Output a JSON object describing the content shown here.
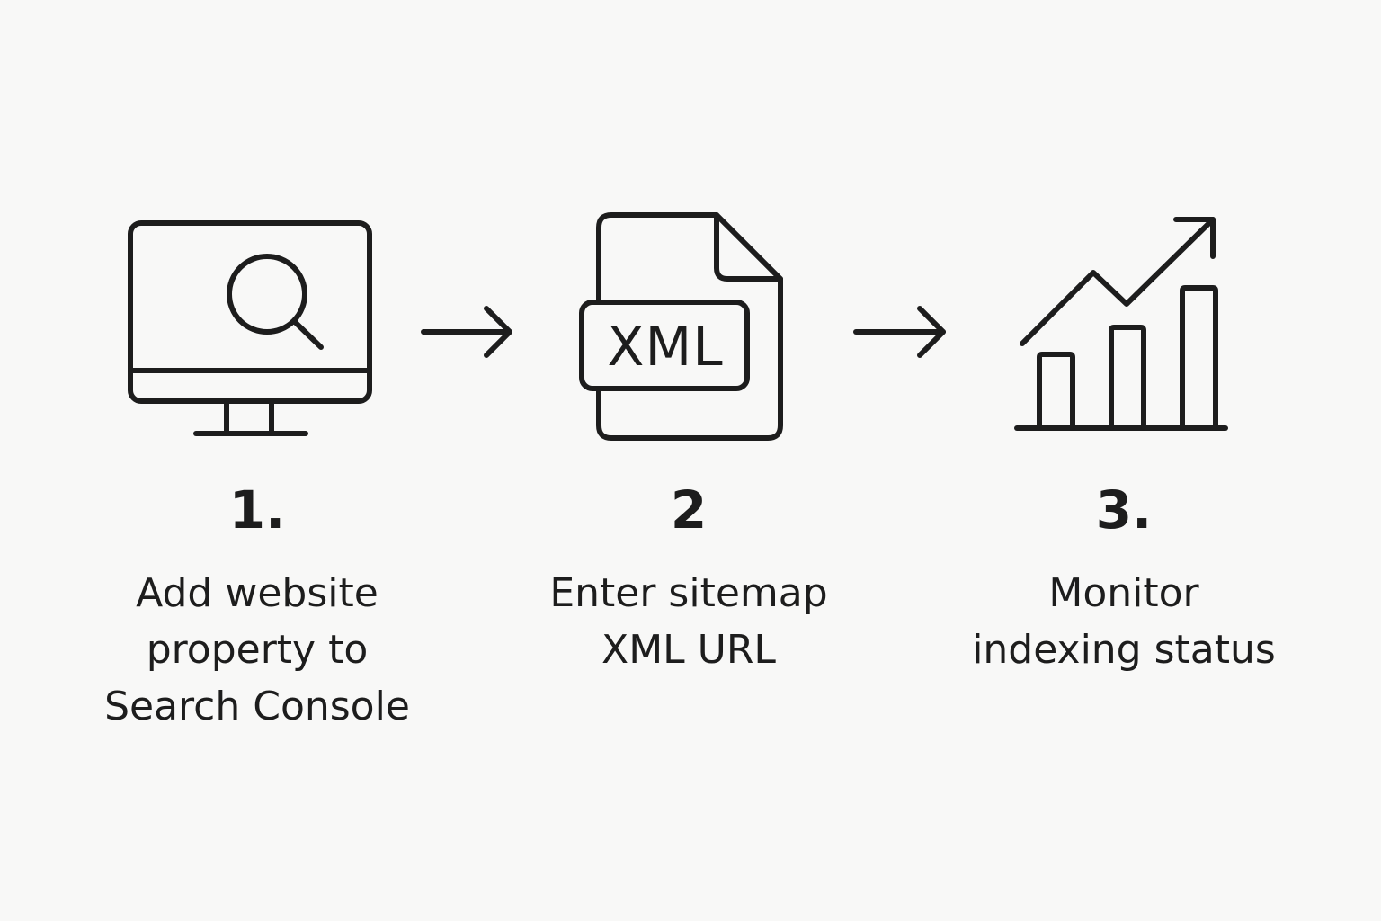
{
  "colors": {
    "background": "#f8f8f7",
    "foreground": "#1d1d1d"
  },
  "steps": [
    {
      "icon": "monitor-search-icon",
      "number": "1.",
      "label": "Add website\nproperty to\nSearch Console"
    },
    {
      "icon": "xml-file-icon",
      "number": "2",
      "label": "Enter sitemap\nXML URL",
      "icon_text": "XML"
    },
    {
      "icon": "growth-chart-icon",
      "number": "3.",
      "label": "Monitor\nindexing status"
    }
  ],
  "connectors": [
    "arrow-right-icon",
    "arrow-right-icon"
  ]
}
